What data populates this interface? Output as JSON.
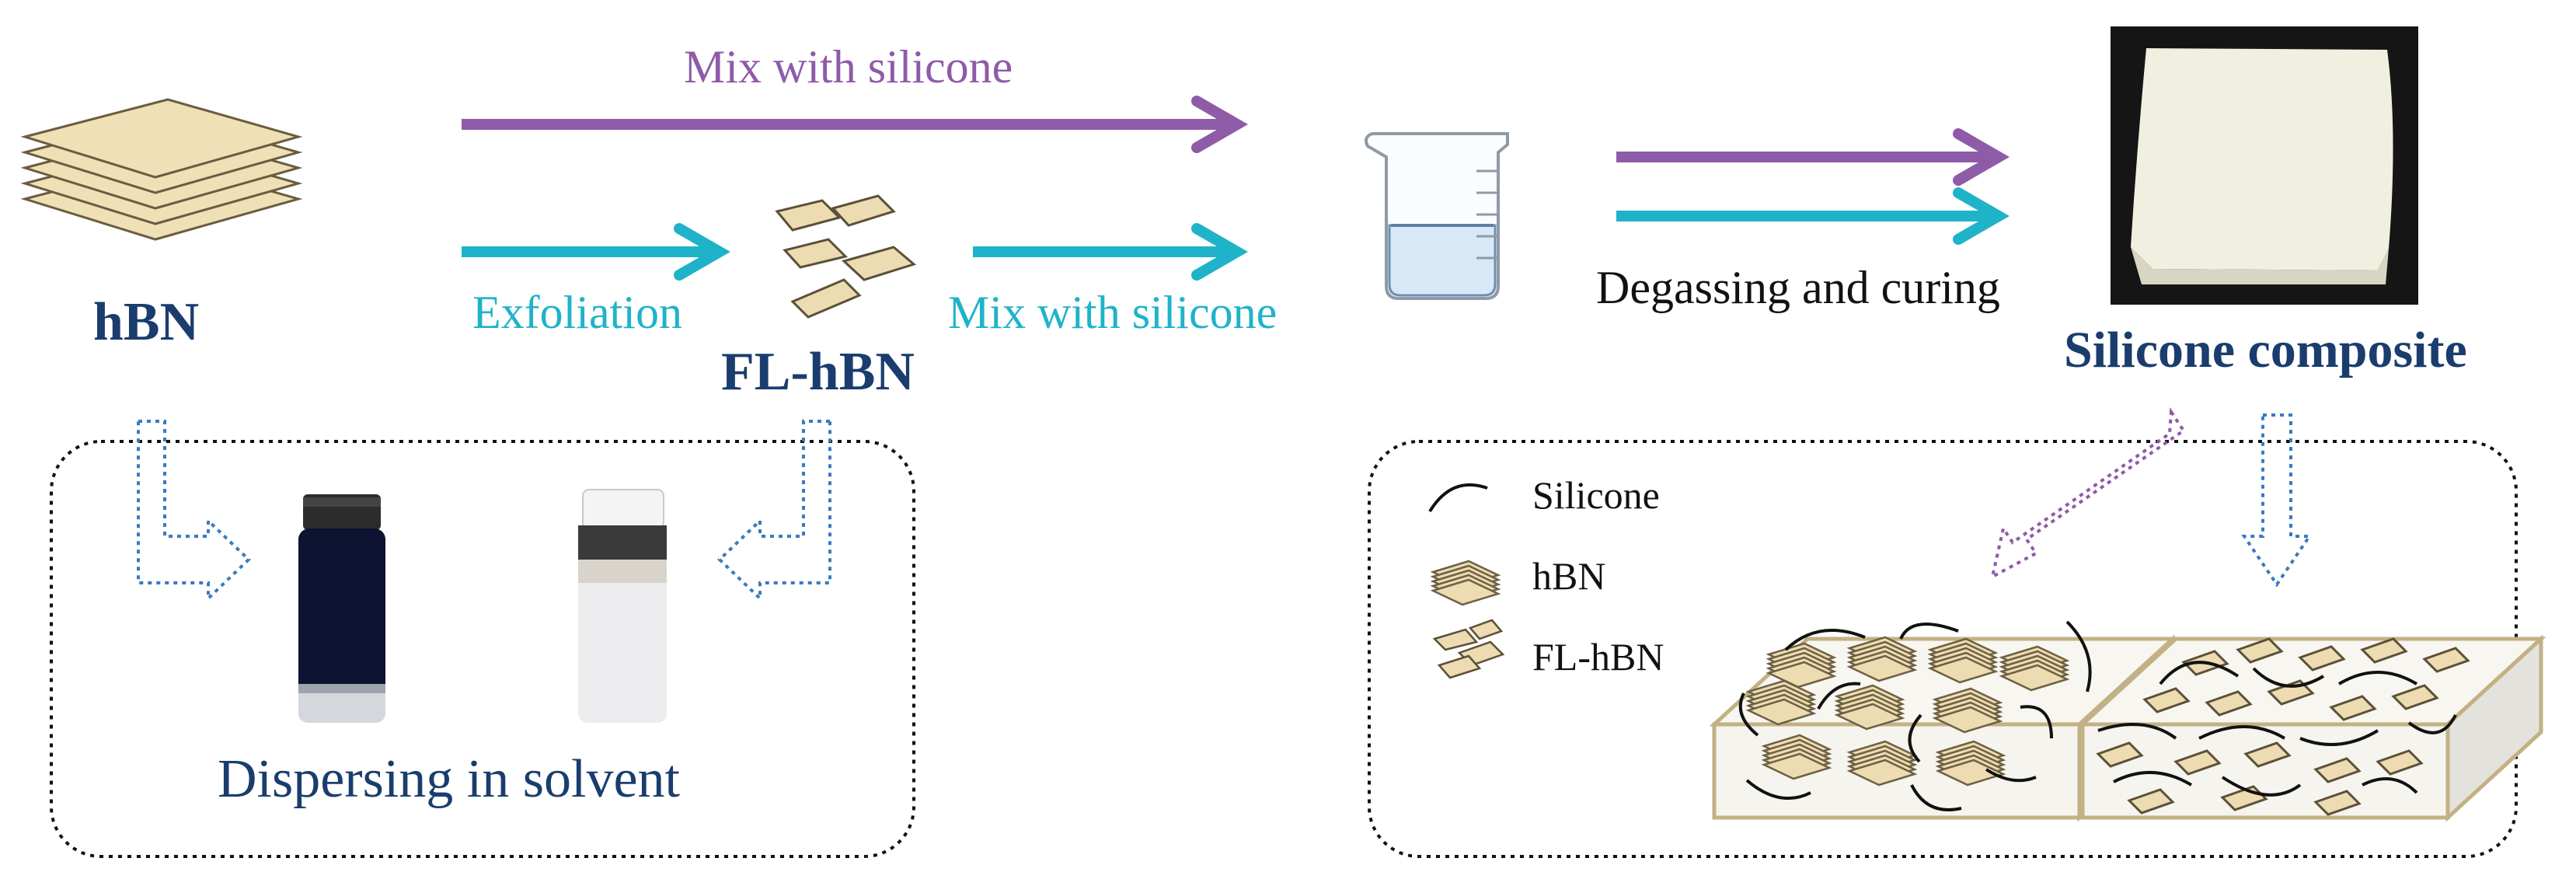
{
  "labels": {
    "hbn": "hBN",
    "fl_hbn": "FL-hBN",
    "exfoliation": "Exfoliation",
    "mix_top": "Mix with silicone",
    "mix_bottom": "Mix with silicone",
    "degassing": "Degassing and curing",
    "composite": "Silicone composite",
    "dispersing": "Dispersing in solvent"
  },
  "legend": {
    "silicone": "Silicone",
    "hbn": "hBN",
    "fl_hbn": "FL-hBN"
  },
  "colors": {
    "purple": "#8e5ba8",
    "teal": "#1fb3c9",
    "navy": "#1a3d6e",
    "flake_fill": "#eddcb2",
    "flake_edge": "#8c7a55",
    "block_edge": "#c2b184"
  },
  "icons": [
    "hbn-stack-icon",
    "fl-hbn-flakes-icon",
    "beaker-icon",
    "silicone-sample-photo",
    "vial-dark-photo",
    "vial-white-photo",
    "hbn-composite-block",
    "fl-hbn-composite-block"
  ]
}
